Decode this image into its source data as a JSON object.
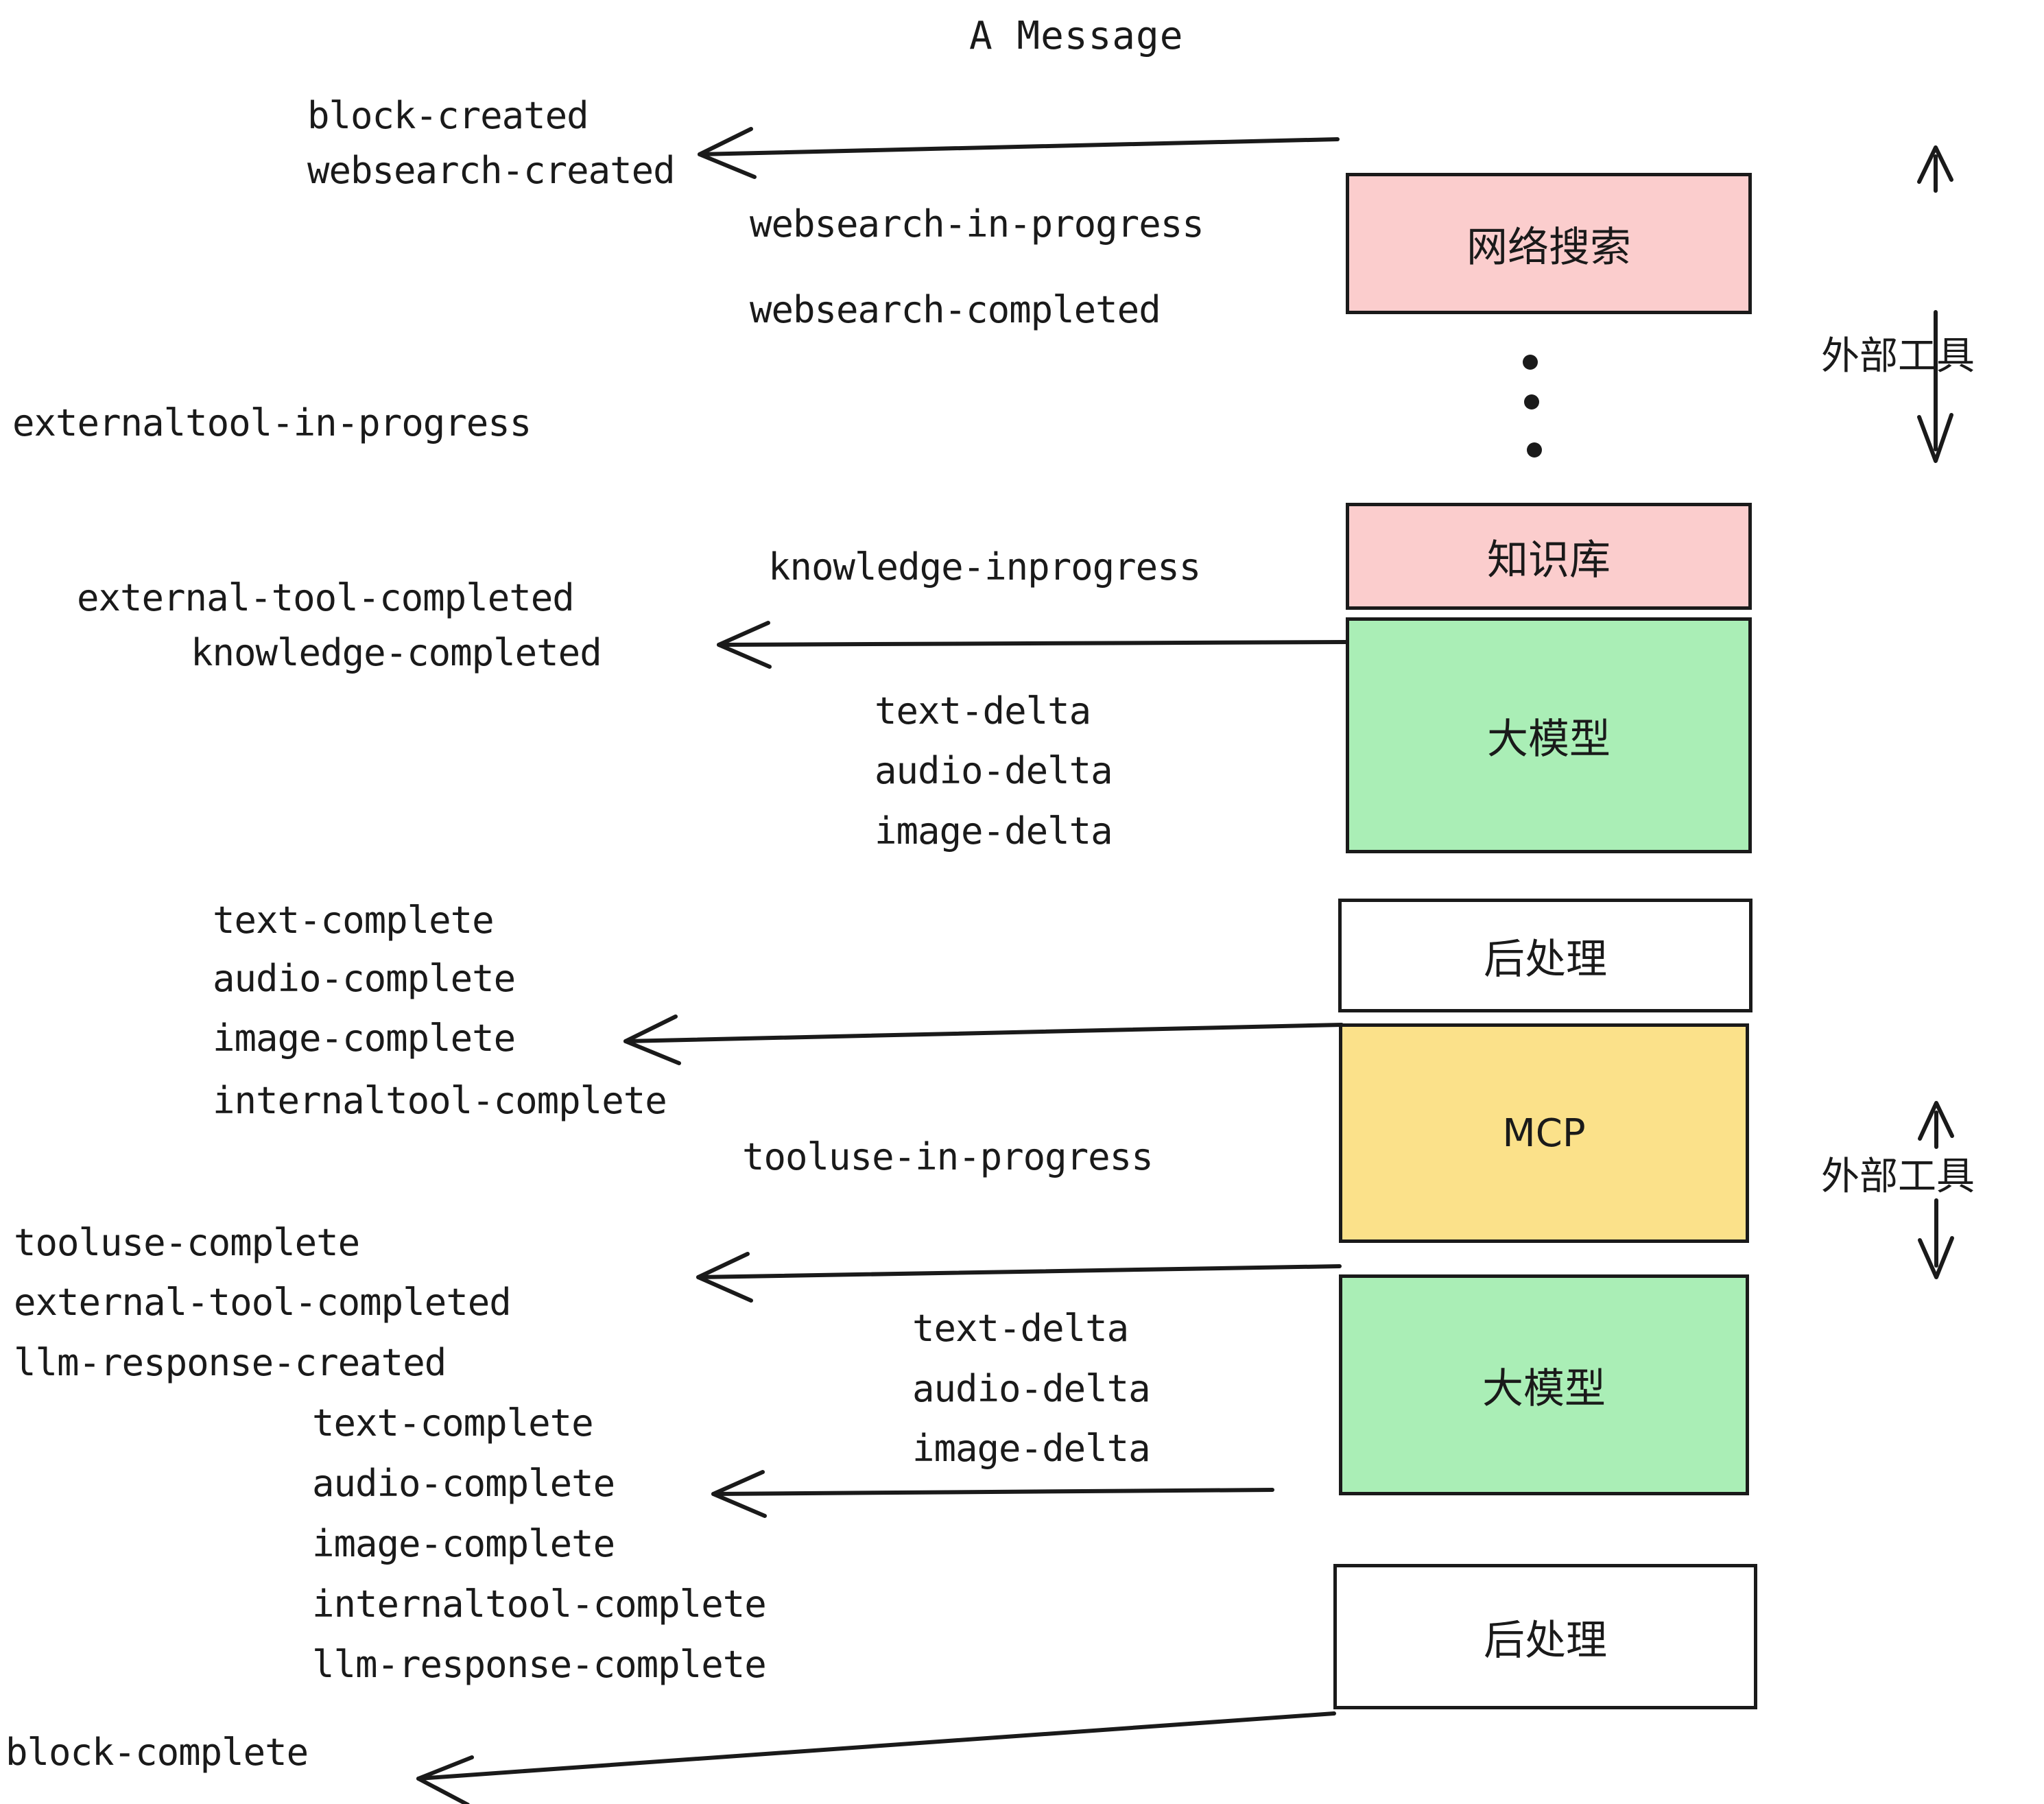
{
  "title": "A Message",
  "colors": {
    "pink": "#fbcdcd",
    "green": "#aaeeb6",
    "yellow": "#fbe18a",
    "white": "#ffffff",
    "stroke": "#1a1a1a",
    "background": "#ffffff"
  },
  "boxes": [
    {
      "id": "websearch",
      "label": "网络搜索",
      "fill": "pink"
    },
    {
      "id": "knowledge",
      "label": "知识库",
      "fill": "pink"
    },
    {
      "id": "llm-top",
      "label": "大模型",
      "fill": "green"
    },
    {
      "id": "postprocess-top",
      "label": "后处理",
      "fill": "white"
    },
    {
      "id": "mcp",
      "label": "MCP",
      "fill": "yellow"
    },
    {
      "id": "llm-bottom",
      "label": "大模型",
      "fill": "green"
    },
    {
      "id": "postprocess-bottom",
      "label": "后处理",
      "fill": "white"
    }
  ],
  "side_labels": [
    {
      "id": "external-tool-top",
      "label": "外部工具"
    },
    {
      "id": "external-tool-bottom",
      "label": "外部工具"
    }
  ],
  "events": {
    "block_created": "block-created",
    "websearch_created": "websearch-created",
    "websearch_in_progress": "websearch-in-progress",
    "websearch_completed": "websearch-completed",
    "externaltool_in_progress": "externaltool-in-progress",
    "knowledge_inprogress": "knowledge-inprogress",
    "external_tool_completed_1": "external-tool-completed",
    "knowledge_completed": "knowledge-completed",
    "text_delta_1": "text-delta",
    "audio_delta_1": "audio-delta",
    "image_delta_1": "image-delta",
    "text_complete_1": "text-complete",
    "audio_complete_1": "audio-complete",
    "image_complete_1": "image-complete",
    "internaltool_complete_1": "internaltool-complete",
    "tooluse_in_progress": "tooluse-in-progress",
    "tooluse_complete": "tooluse-complete",
    "external_tool_completed_2": "external-tool-completed",
    "llm_response_created": "llm-response-created",
    "text_delta_2": "text-delta",
    "audio_delta_2": "audio-delta",
    "image_delta_2": "image-delta",
    "text_complete_2": "text-complete",
    "audio_complete_2": "audio-complete",
    "image_complete_2": "image-complete",
    "internaltool_complete_2": "internaltool-complete",
    "llm_response_complete": "llm-response-complete",
    "block_complete": "block-complete"
  },
  "ellipsis": "vertical-three-dots"
}
